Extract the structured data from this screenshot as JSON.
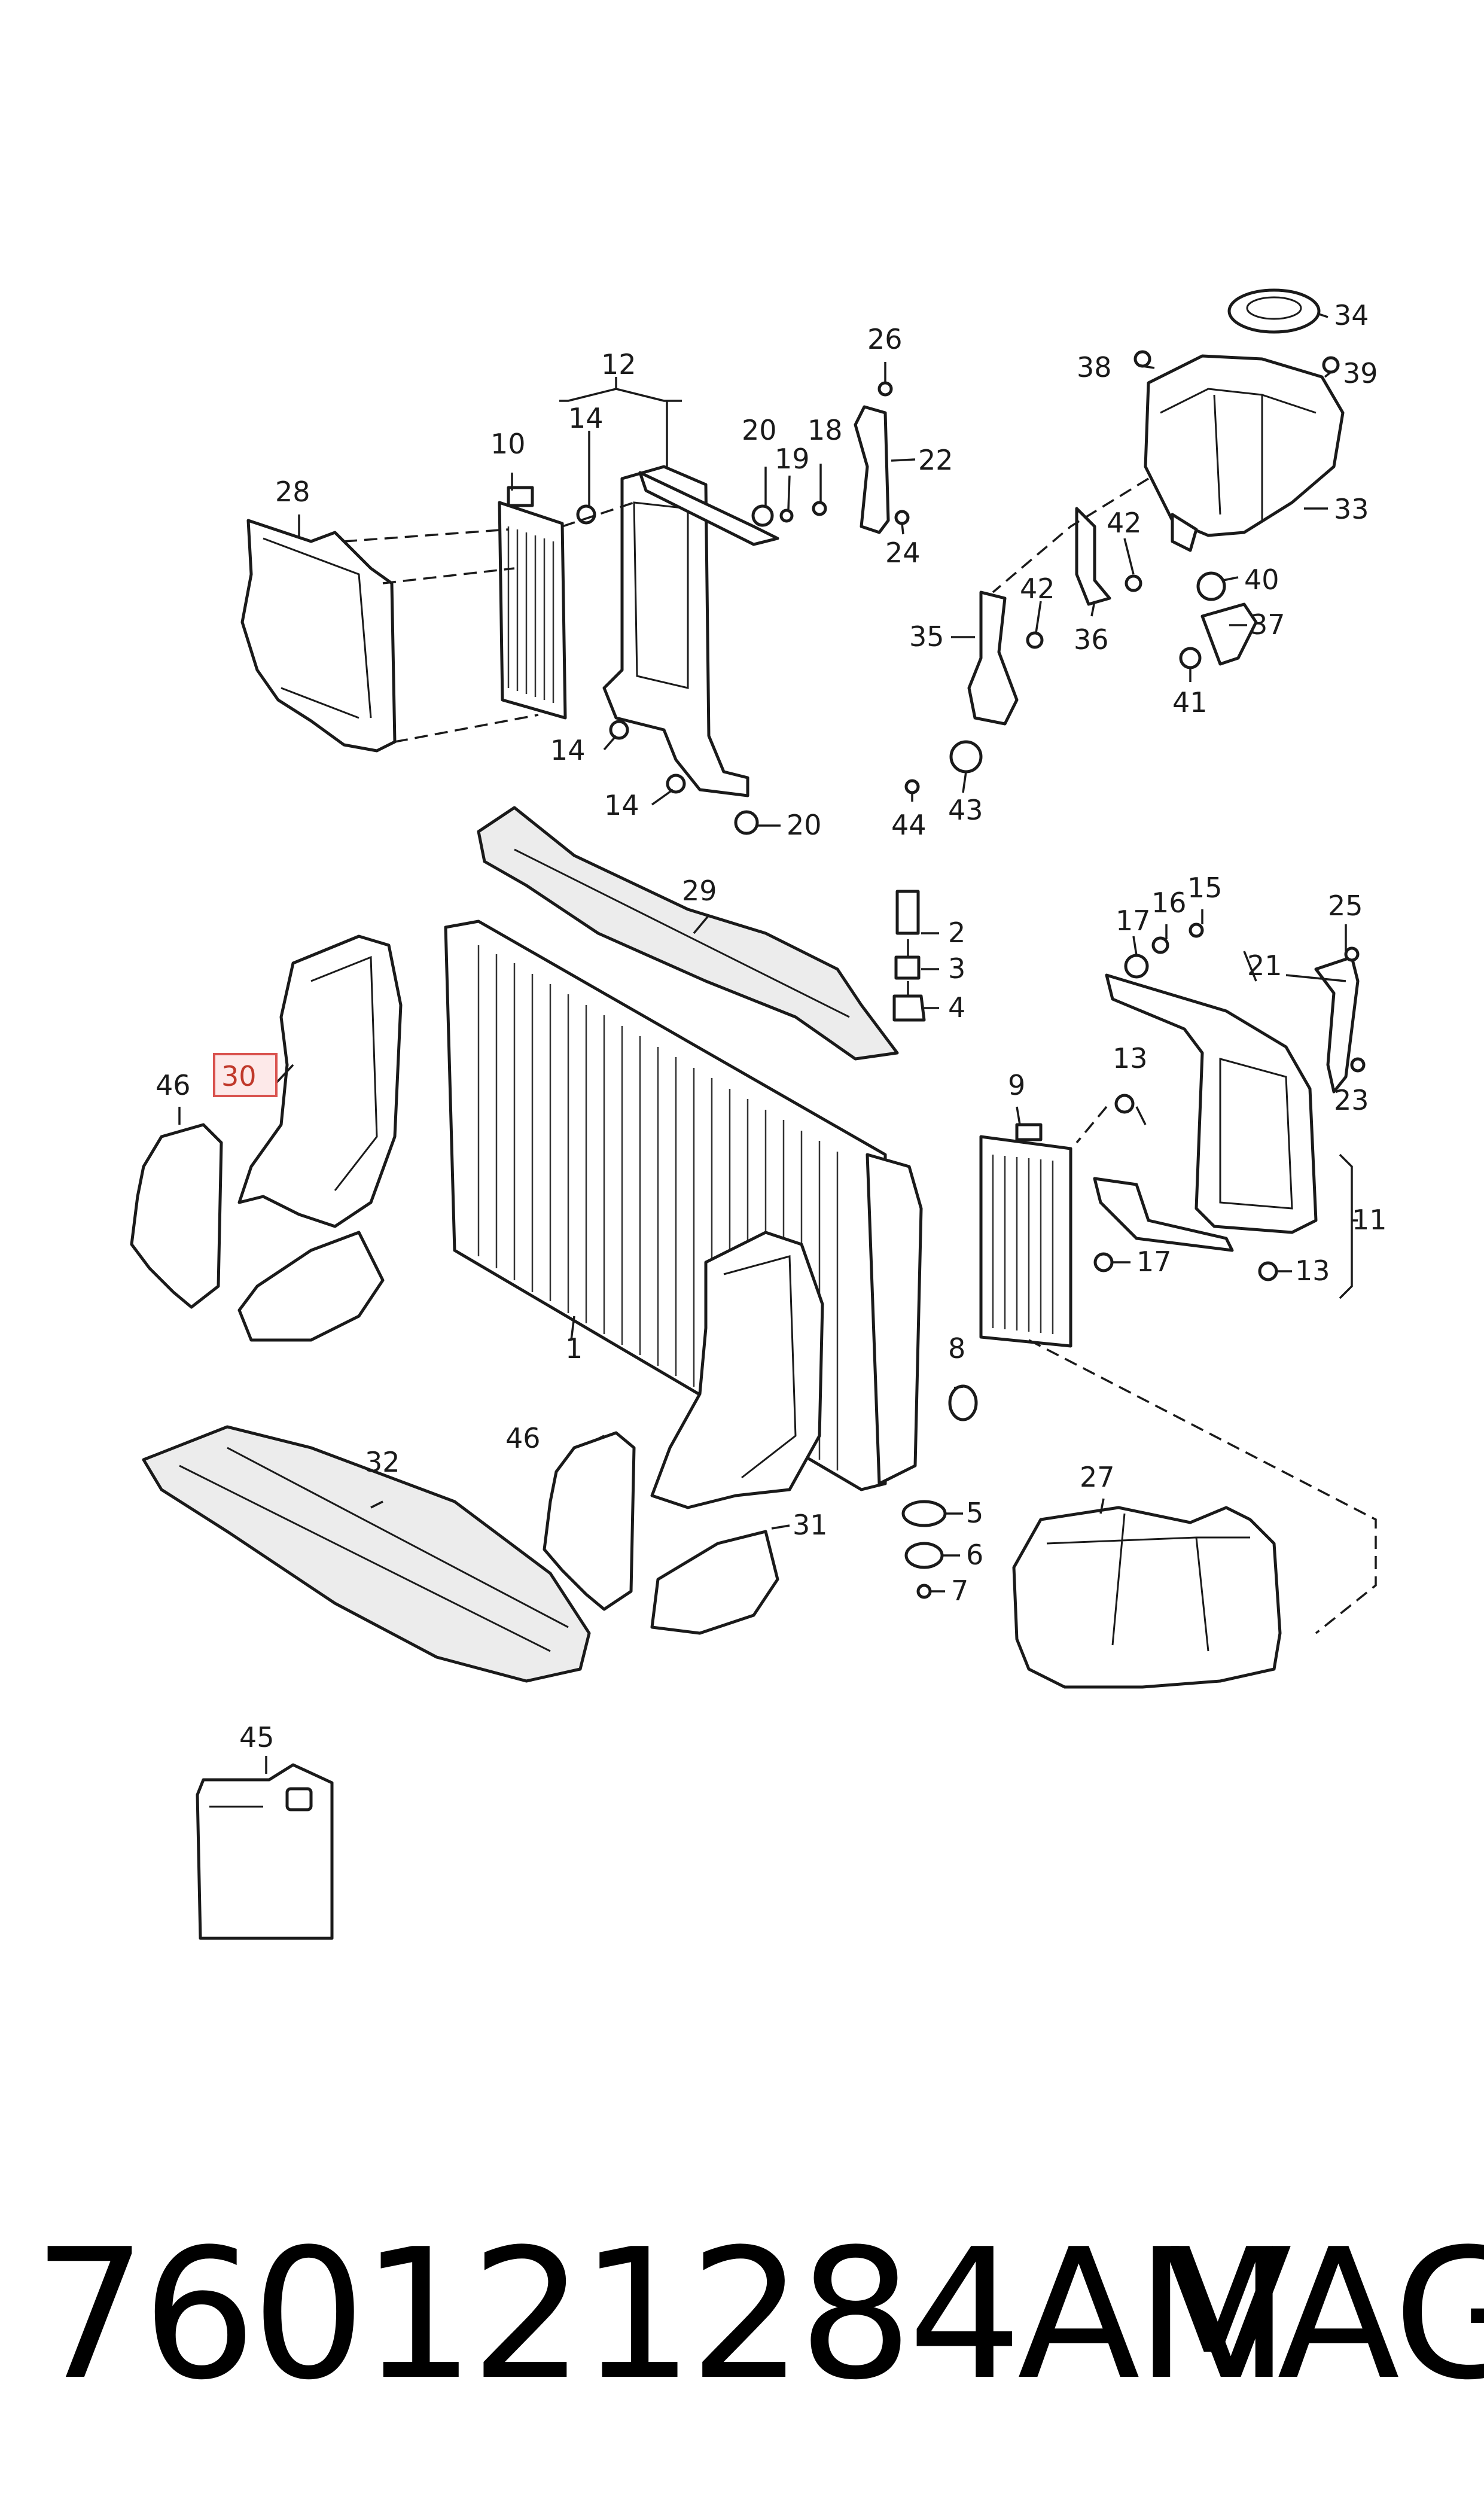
{
  "callouts": {
    "c1": "1",
    "c2": "2",
    "c3": "3",
    "c4": "4",
    "c5": "5",
    "c6": "6",
    "c7": "7",
    "c8": "8",
    "c9": "9",
    "c10": "10",
    "c11": "11",
    "c12": "12",
    "c13a": "13",
    "c13b": "13",
    "c14a": "14",
    "c14b": "14",
    "c14c": "14",
    "c15": "15",
    "c16": "16",
    "c17a": "17",
    "c17b": "17",
    "c18": "18",
    "c19": "19",
    "c20a": "20",
    "c20b": "20",
    "c21": "21",
    "c22": "22",
    "c23": "23",
    "c24": "24",
    "c25": "25",
    "c26": "26",
    "c27": "27",
    "c28": "28",
    "c29": "29",
    "c30": "30",
    "c31": "31",
    "c32": "32",
    "c33": "33",
    "c34": "34",
    "c35": "35",
    "c36": "36",
    "c37": "37",
    "c38": "38",
    "c39": "39",
    "c40": "40",
    "c41": "41",
    "c42a": "42",
    "c42b": "42",
    "c43": "43",
    "c44": "44",
    "c45": "45",
    "c46a": "46",
    "c46b": "46"
  },
  "highlighted_callout": "30",
  "highlight_color": "#d9534f",
  "footer": {
    "part_number": "760121284AM",
    "brand": "VAG"
  }
}
